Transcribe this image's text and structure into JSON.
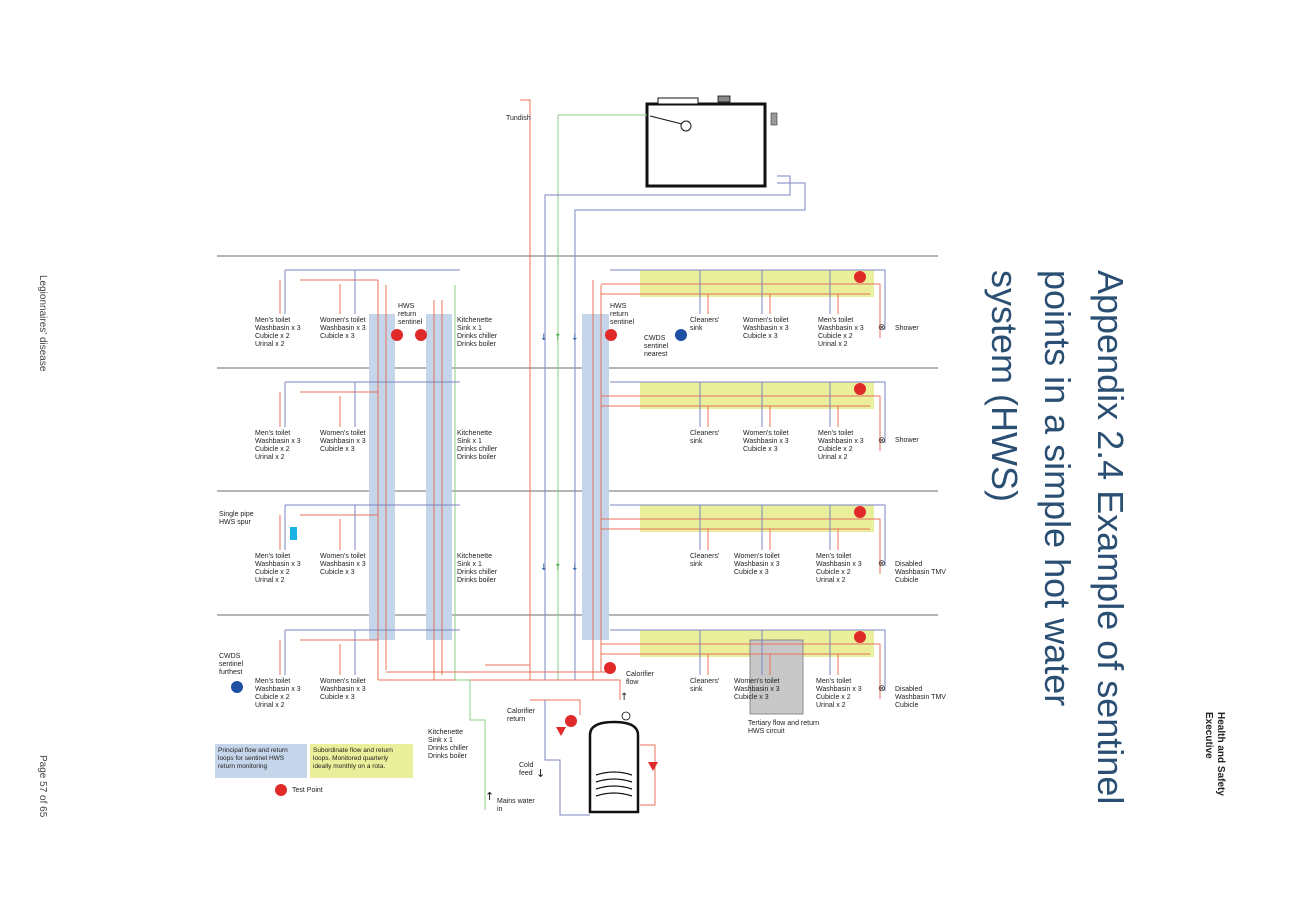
{
  "title": {
    "line1": "Appendix 2.4 Example of sentinel",
    "line2": "points in a simple hot water",
    "line3": "system (HWS)"
  },
  "org": {
    "line1": "Health and Safety",
    "line2": "Executive"
  },
  "side": {
    "doc": "Legionnaires' disease",
    "page": "Page 57 of 65"
  },
  "labels": {
    "tundish": "Tundish",
    "hws_return_sentinel": [
      "HWS",
      "return",
      "sentinel"
    ],
    "cwds_nearest": [
      "CWDS",
      "sentinel",
      "nearest"
    ],
    "cwds_furthest": [
      "CWDS",
      "sentinel",
      "furthest"
    ],
    "single_pipe": [
      "Single pipe",
      "HWS spur"
    ],
    "calorifier_flow": [
      "Calorifier",
      "flow"
    ],
    "calorifier_return": [
      "Calorifier",
      "return"
    ],
    "cold_feed": [
      "Cold",
      "feed"
    ],
    "mains_water": [
      "Mains water",
      "in"
    ],
    "tertiary": [
      "Tertiary flow and return",
      "HWS circuit"
    ],
    "shower": "Shower",
    "disabled": [
      "Disabled",
      "Washbasin TMV",
      "Cubicle"
    ]
  },
  "fixtures": {
    "mens": [
      "Men's toilet",
      "Washbasin x 3",
      "Cubicle x 2",
      "Urinal x 2"
    ],
    "womens": [
      "Women's toilet",
      "Washbasin x 3",
      "Cubicle x 3"
    ],
    "kitchen": [
      "Kitchenette",
      "Sink x 1",
      "Drinks chiller",
      "Drinks boiler"
    ],
    "cleaners": [
      "Cleaners'",
      "sink"
    ]
  },
  "legend": {
    "principal": [
      "Principal flow and return",
      "loops for sentinel HWS",
      "return monitoring"
    ],
    "subordinate": [
      "Subordinate flow and return",
      "loops. Monitored quarterly",
      "ideally monthly on a rota."
    ],
    "test_point": "Test Point"
  },
  "colors": {
    "principal": "#c5d5ea",
    "subordinate": "#e9ef9a",
    "test_point": "#e02a2a",
    "cwds": "#1e4fa3",
    "pipe_hot": "#e8705a",
    "pipe_cold": "#7b86c4",
    "title": "#2a4f73"
  }
}
